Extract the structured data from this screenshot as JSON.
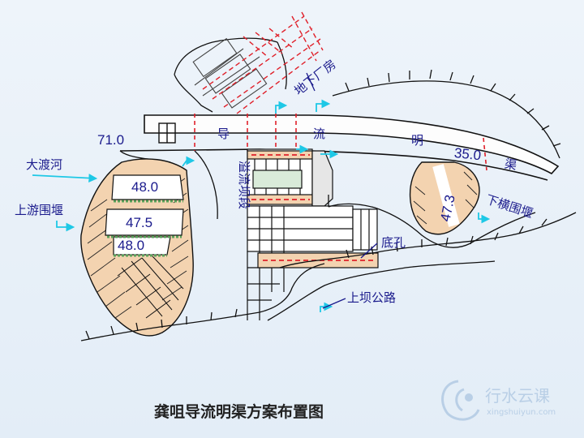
{
  "diagram": {
    "title": "龚咀导流明渠方案布置图",
    "labels": {
      "underground_powerhouse": "地下厂房",
      "diversion_char1": "导",
      "diversion_char2": "流",
      "diversion_char3": "明",
      "canal_char": "渠",
      "river": "大渡河",
      "upstream_cofferdam": "上游围堰",
      "downstream_cofferdam": "下横围堰",
      "diversion_dam_section": "溢流坝段",
      "bottom_outlet": "底孔",
      "dam_road": "上坝公路"
    },
    "elevations": {
      "canal_entrance": "71.0",
      "canal_exit": "35.0",
      "upstream_top": "48.0",
      "upstream_mid": "47.5",
      "upstream_bottom": "48.0",
      "downstream": "47.3"
    }
  },
  "watermark": {
    "brand_cn": "行水云课",
    "brand_url": "xingshuiyun.com"
  },
  "colors": {
    "ink": "#1a1a8c",
    "water_arrow": "#1ec8e6",
    "fill_tan": "#f3d3b0",
    "dash_red": "#e0202a",
    "cofferdam_green": "#8ac08a"
  }
}
